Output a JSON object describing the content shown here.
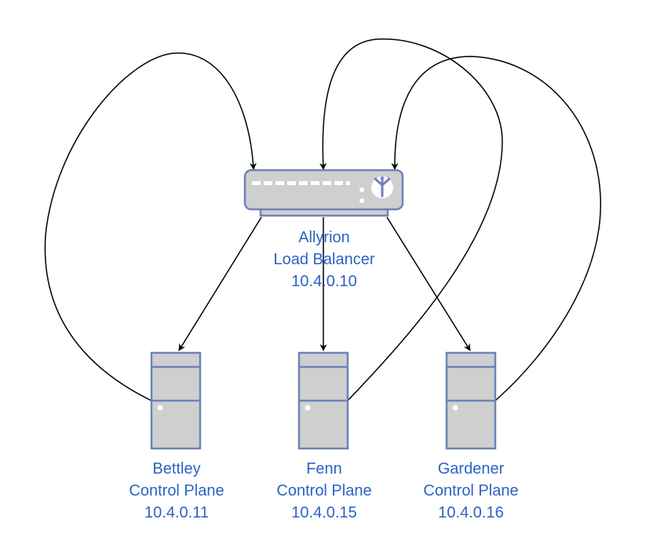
{
  "nodes": {
    "load_balancer": {
      "name": "Allyrion",
      "role": "Load Balancer",
      "ip": "10.4.0.10",
      "icon": "load-balancer-icon"
    },
    "bettley": {
      "name": "Bettley",
      "role": "Control Plane",
      "ip": "10.4.0.11",
      "icon": "server-icon"
    },
    "fenn": {
      "name": "Fenn",
      "role": "Control Plane",
      "ip": "10.4.0.15",
      "icon": "server-icon"
    },
    "gardener": {
      "name": "Gardener",
      "role": "Control Plane",
      "ip": "10.4.0.16",
      "icon": "server-icon"
    }
  },
  "edges": [
    {
      "from": "load_balancer",
      "to": "bettley"
    },
    {
      "from": "load_balancer",
      "to": "fenn"
    },
    {
      "from": "load_balancer",
      "to": "gardener"
    },
    {
      "from": "bettley",
      "to": "load_balancer"
    },
    {
      "from": "fenn",
      "to": "load_balancer"
    },
    {
      "from": "gardener",
      "to": "load_balancer"
    }
  ],
  "colors": {
    "label_text": "#2b63c4",
    "device_fill": "#cfcfcf",
    "device_stroke": "#6f82b8",
    "edge": "#000000"
  }
}
